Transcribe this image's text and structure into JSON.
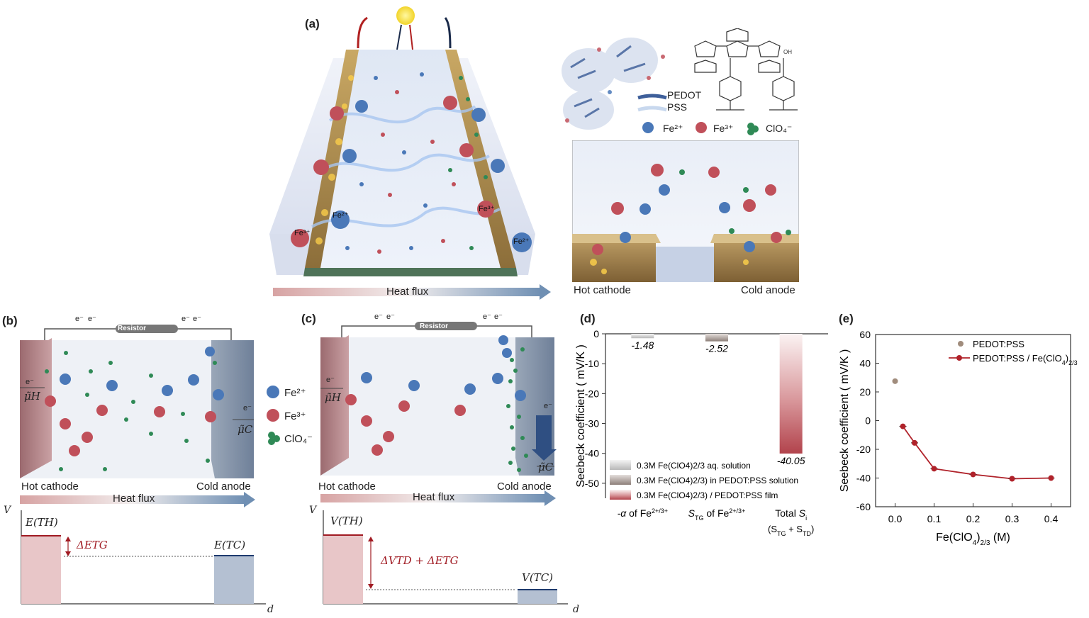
{
  "panels": {
    "a": "(a)",
    "b": "(b)",
    "c": "(c)",
    "d": "(d)",
    "e": "(e)"
  },
  "panel_a": {
    "heat_flux": "Heat flux",
    "hot_cathode": "Hot cathode",
    "cold_anode": "Cold anode",
    "legend_pedot": "PEDOT",
    "legend_pss": "PSS",
    "ion_fe2": "Fe²⁺",
    "ion_fe3": "Fe³⁺",
    "ion_clo4": "ClO₄⁻",
    "ion_label_fe2": "Fe²⁺",
    "ion_label_fe3": "Fe³⁺",
    "colors": {
      "fe2": "#4a78b8",
      "fe3": "#c0505a",
      "clo4": "#2f8a56",
      "electrode": "#b49458"
    }
  },
  "panel_b": {
    "resistor": "Resistor",
    "electron": "e⁻",
    "mu_h": "μ̃H",
    "mu_c": "μ̃C",
    "hot_cathode": "Hot cathode",
    "cold_anode": "Cold anode",
    "heat_flux": "Heat flux",
    "legend_fe2": "Fe²⁺",
    "legend_fe3": "Fe³⁺",
    "legend_clo4": "ClO₄⁻",
    "axis_v": "V",
    "axis_d": "d",
    "e_th": "E(TH)",
    "e_tc": "E(TC)",
    "delta": "ΔETG"
  },
  "panel_c": {
    "resistor": "Resistor",
    "electron": "e⁻",
    "mu_h": "μ̃H",
    "mu_c": "μ̃C",
    "hot_cathode": "Hot cathode",
    "cold_anode": "Cold anode",
    "heat_flux": "Heat flux",
    "axis_v": "V",
    "axis_d": "d",
    "v_th": "V(TH)",
    "v_tc": "V(TC)",
    "delta": "ΔVTD + ΔETG"
  },
  "chart_data": [
    {
      "type": "bar",
      "categories": [
        "-α of Fe²⁺/³⁺",
        "STG of Fe²⁺/³⁺",
        "Total Si (STG + STD)"
      ],
      "values": [
        -1.48,
        -2.52,
        -40.05
      ],
      "value_labels": [
        "-1.48",
        "-2.52",
        "-40.05"
      ],
      "ylabel": "Seebeck coefficient ( mV/K )",
      "ylim": [
        -55,
        0
      ],
      "yticks": [
        0,
        -10,
        -20,
        -30,
        -40,
        -50
      ],
      "legend": [
        "0.3M Fe(ClO4)2/3 aq. solution",
        "0.3M Fe(ClO4)2/3) in PEDOT:PSS solution",
        "0.3M Fe(ClO4)2/3) / PEDOT:PSS film"
      ],
      "legend_position": "bottom-left",
      "colors": [
        "#c8c8c8",
        "#a79a94",
        "#c46068"
      ]
    },
    {
      "type": "scatter",
      "xlabel": "Fe(ClO4)2/3 (M)",
      "ylabel": "Seebeck coefficient ( mV/K )",
      "xlim": [
        -0.05,
        0.45
      ],
      "ylim": [
        -60,
        60
      ],
      "xticks": [
        0.0,
        0.1,
        0.2,
        0.3,
        0.4
      ],
      "yticks": [
        60,
        40,
        20,
        0,
        -20,
        -40,
        -60
      ],
      "legend_position": "top-right",
      "series": [
        {
          "name": "PEDOT:PSS",
          "x": [
            0.0
          ],
          "y": [
            27.5
          ],
          "color": "#a08c7c"
        },
        {
          "name": "PEDOT:PSS / Fe(ClO4)2/3",
          "x": [
            0.02,
            0.05,
            0.1,
            0.2,
            0.3,
            0.4
          ],
          "y": [
            -4,
            -15.5,
            -33.5,
            -37.5,
            -40.5,
            -40
          ],
          "color": "#b0222a"
        }
      ]
    }
  ]
}
